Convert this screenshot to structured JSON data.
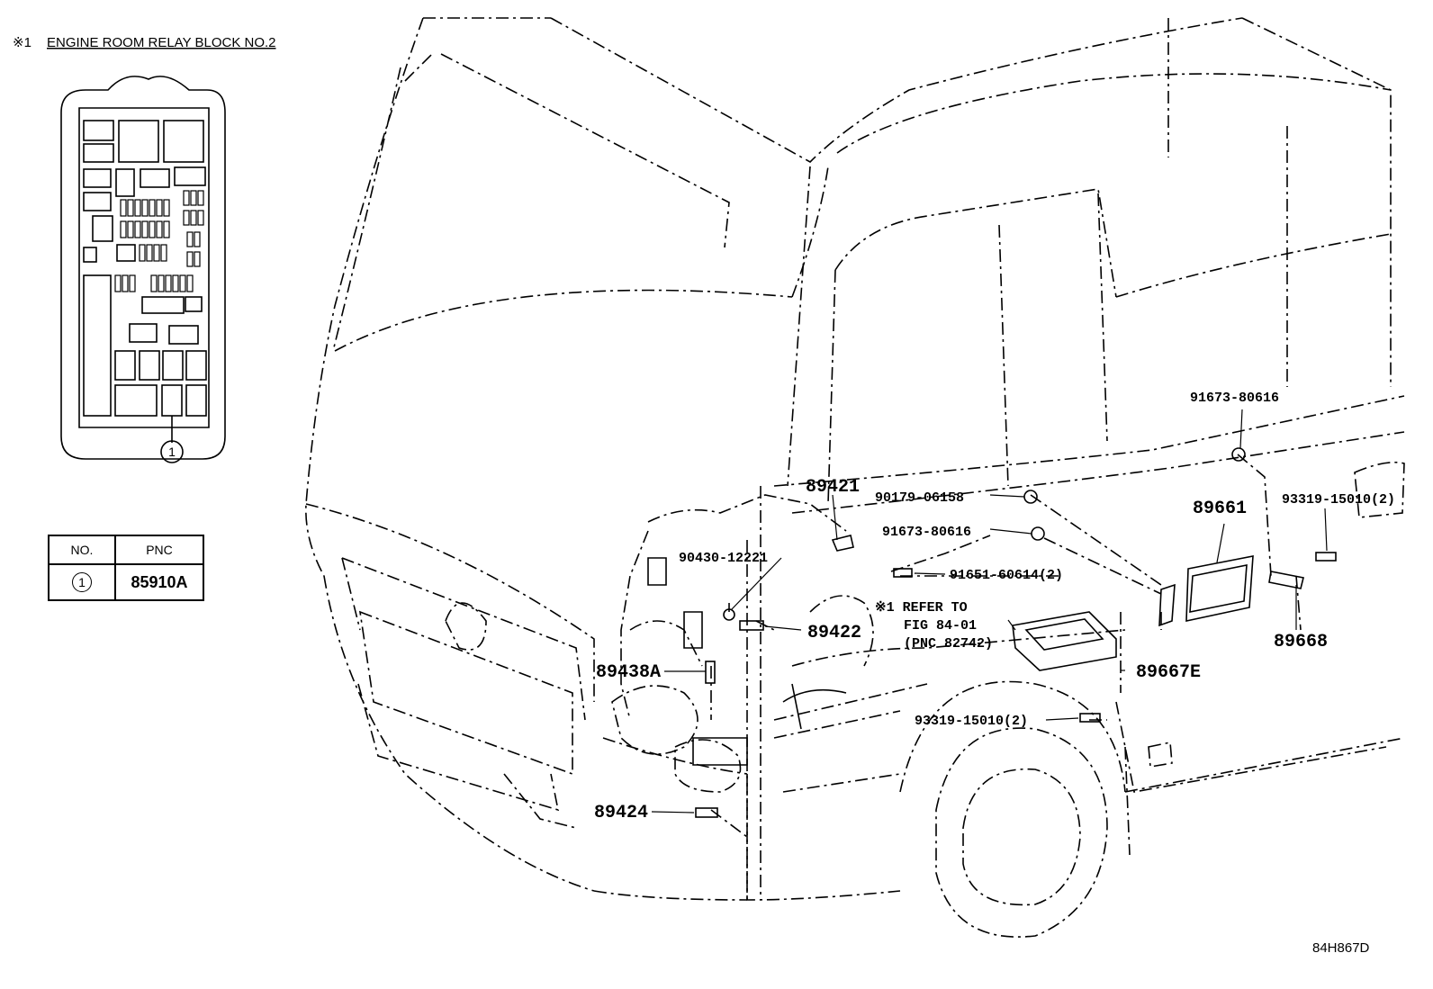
{
  "header": {
    "mark": "※1",
    "title": "ENGINE ROOM RELAY BLOCK NO.2"
  },
  "relay_block": {
    "callout": "1"
  },
  "table": {
    "col_no": "NO.",
    "col_pnc": "PNC",
    "rows": [
      {
        "no": "1",
        "pnc": "85910A"
      }
    ]
  },
  "labels": {
    "p89421": "89421",
    "p90179": "90179-06158",
    "p91673a": "91673-80616",
    "p91673b": "91673-80616",
    "p90430": "90430-12221",
    "p91651": "91651-60614(2)",
    "ref1": "※1 REFER TO",
    "ref2": "FIG 84-01",
    "ref3": "(PNC 82742)",
    "p89422": "89422",
    "p89438a": "89438A",
    "p89661": "89661",
    "p93319a": "93319-15010(2)",
    "p93319b": "93319-15010(2)",
    "p89667e": "89667E",
    "p89668": "89668",
    "p89424": "89424",
    "figure_code": "84H867D"
  }
}
